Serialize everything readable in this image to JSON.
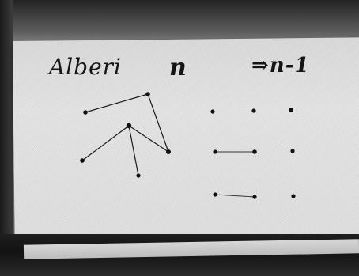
{
  "photo": {
    "handwriting": {
      "title_left": "Alberi",
      "title_mid": "n",
      "title_right": "⇒n-1"
    }
  }
}
